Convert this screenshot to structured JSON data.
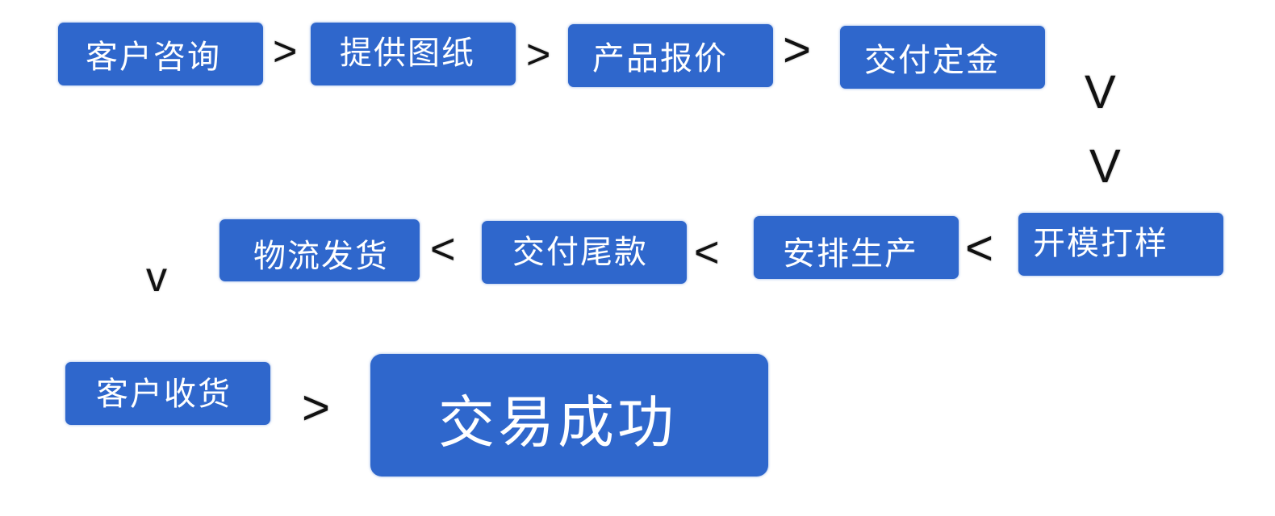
{
  "steps": {
    "s1": "客户咨询",
    "s2": "提供图纸",
    "s3": "产品报价",
    "s4": "交付定金",
    "s5": "开模打样",
    "s6": "安排生产",
    "s7": "交付尾款",
    "s8": "物流发货",
    "s9": "客户收货",
    "s10": "交易成功"
  },
  "arrows": {
    "right": ">",
    "left": "<",
    "down": "v",
    "down_big": "V"
  },
  "colors": {
    "box": "#2f67cc",
    "text": "#ffffff",
    "arrow": "#111111"
  }
}
